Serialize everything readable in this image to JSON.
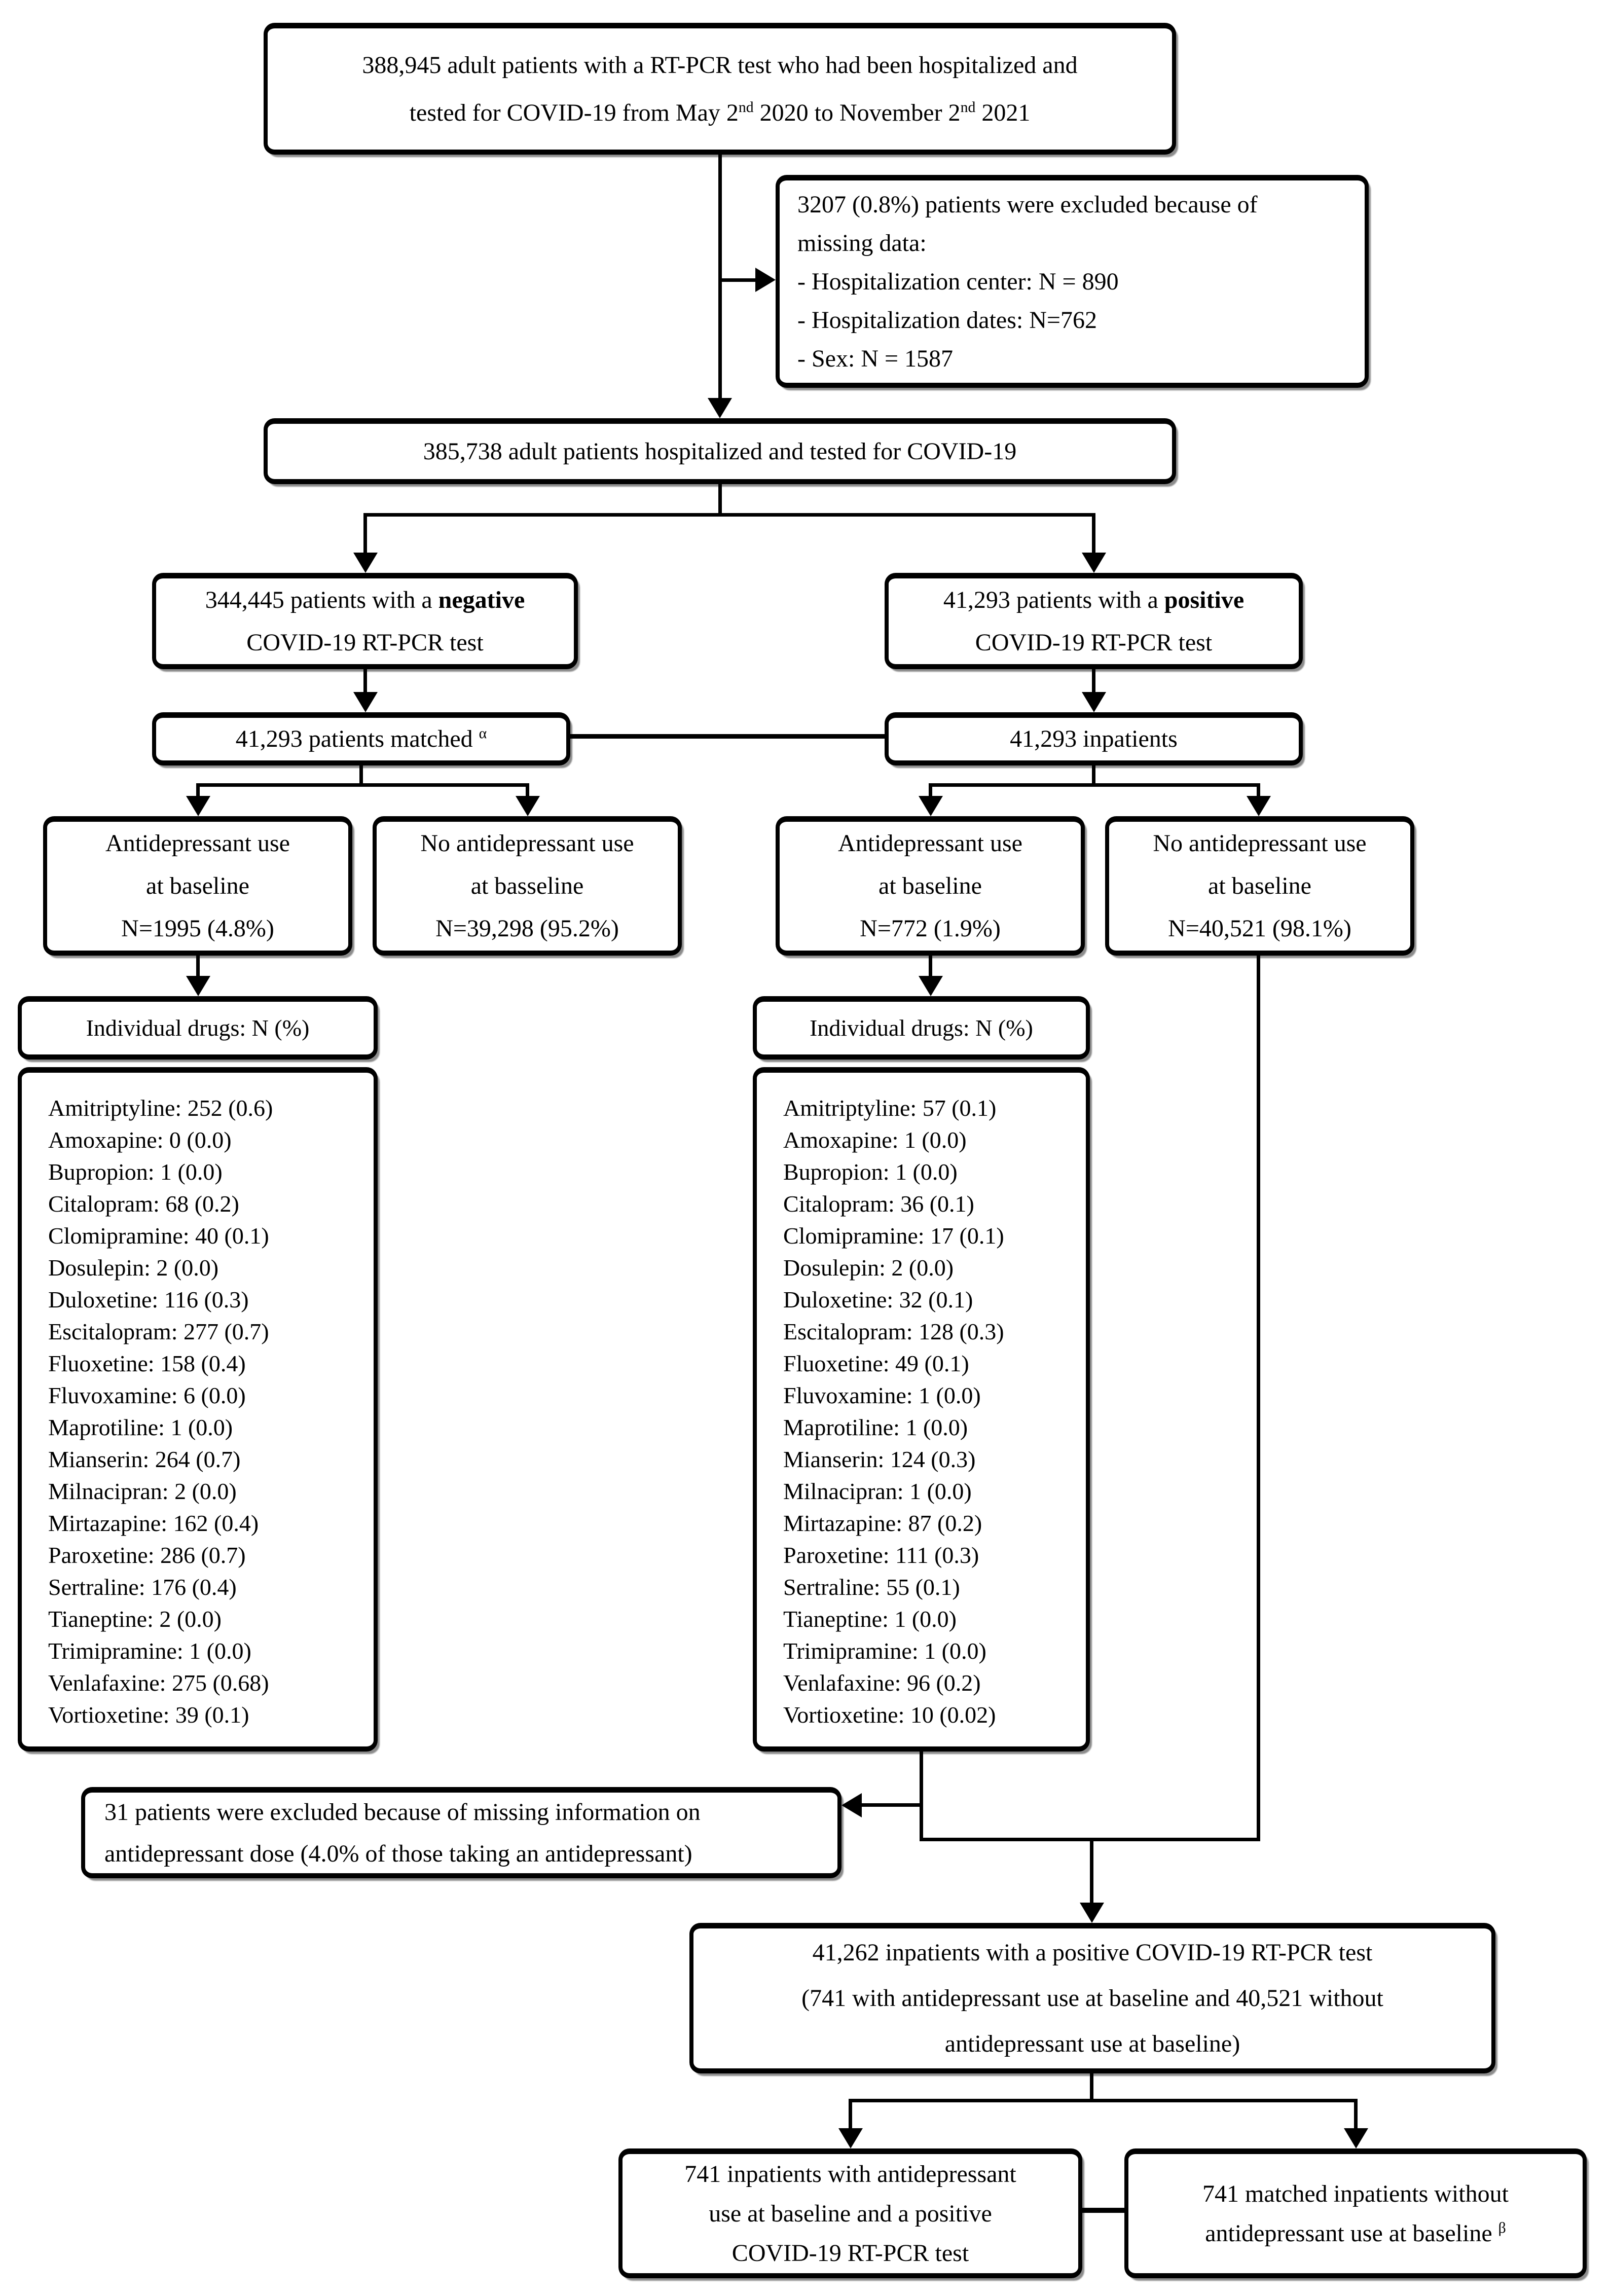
{
  "figure": {
    "boxes": {
      "total": {
        "line1": "388,945 adult patients with a RT-PCR test who had been hospitalized and",
        "line2_pre": "tested for COVID-19 from May 2",
        "line2_sup1": "nd",
        "line2_mid": " 2020 to November 2",
        "line2_sup2": "nd",
        "line2_post": " 2021"
      },
      "excluded_missing_data": {
        "lines": [
          "3207 (0.8%) patients were excluded because of",
          "missing data:",
          "- Hospitalization center: N = 890",
          "- Hospitalization dates: N=762",
          "- Sex: N = 1587"
        ]
      },
      "hospitalized": {
        "line1": "385,738 adult patients hospitalized and tested for COVID-19"
      },
      "negative": {
        "line1_pre": "344,445 patients with a ",
        "line1_bold": "negative",
        "line2": "COVID-19 RT-PCR test"
      },
      "positive": {
        "line1_pre": "41,293 patients with a ",
        "line1_bold": "positive",
        "line2": "COVID-19 RT-PCR test"
      },
      "matched": {
        "text": "41,293 patients matched ",
        "sup": "α"
      },
      "inpatients": {
        "text": "41,293 inpatients"
      },
      "neg_ad_use": {
        "lines": [
          "Antidepressant use",
          "at baseline",
          "N=1995 (4.8%)"
        ]
      },
      "neg_no_ad_use": {
        "lines": [
          "No antidepressant use",
          "at basseline",
          "N=39,298 (95.2%)"
        ]
      },
      "pos_ad_use": {
        "lines": [
          "Antidepressant use",
          "at baseline",
          "N=772 (1.9%)"
        ]
      },
      "pos_no_ad_use": {
        "lines": [
          "No antidepressant use",
          "at baseline",
          "N=40,521 (98.1%)"
        ]
      },
      "drugs_header_left": {
        "text": "Individual drugs: N (%)"
      },
      "drugs_header_right": {
        "text": "Individual drugs: N (%)"
      },
      "excluded_dose": {
        "lines": [
          "31 patients were excluded because of missing information on",
          "antidepressant dose (4.0% of those taking an antidepressant)"
        ]
      },
      "final_inpatients": {
        "lines": [
          "41,262 inpatients with a positive COVID-19 RT-PCR test",
          "(741 with antidepressant use at baseline and 40,521 without",
          "antidepressant use at baseline)"
        ]
      },
      "final_ad": {
        "lines": [
          "741 inpatients with antidepressant",
          "use at baseline and a positive",
          "COVID-19 RT-PCR test"
        ]
      },
      "final_matched": {
        "line1": "741 matched inpatients without",
        "line2_pre": "antidepressant use at baseline ",
        "line2_sup": "β"
      }
    },
    "drug_lists": {
      "left": {
        "items": [
          "Amitriptyline: 252 (0.6)",
          "Amoxapine: 0 (0.0)",
          "Bupropion: 1 (0.0)",
          "Citalopram: 68 (0.2)",
          "Clomipramine: 40 (0.1)",
          "Dosulepin: 2 (0.0)",
          "Duloxetine: 116 (0.3)",
          "Escitalopram: 277 (0.7)",
          "Fluoxetine: 158 (0.4)",
          "Fluvoxamine: 6 (0.0)",
          "Maprotiline: 1 (0.0)",
          "Mianserin: 264 (0.7)",
          "Milnacipran: 2 (0.0)",
          "Mirtazapine: 162 (0.4)",
          "Paroxetine: 286 (0.7)",
          "Sertraline: 176 (0.4)",
          "Tianeptine: 2 (0.0)",
          "Trimipramine: 1 (0.0)",
          "Venlafaxine: 275 (0.68)",
          "Vortioxetine: 39 (0.1)"
        ]
      },
      "right": {
        "items": [
          "Amitriptyline: 57 (0.1)",
          "Amoxapine: 1 (0.0)",
          "Bupropion: 1 (0.0)",
          "Citalopram: 36 (0.1)",
          "Clomipramine: 17 (0.1)",
          "Dosulepin: 2 (0.0)",
          "Duloxetine: 32 (0.1)",
          "Escitalopram: 128 (0.3)",
          "Fluoxetine: 49 (0.1)",
          "Fluvoxamine: 1 (0.0)",
          "Maprotiline: 1 (0.0)",
          "Mianserin: 124 (0.3)",
          "Milnacipran: 1 (0.0)",
          "Mirtazapine: 87 (0.2)",
          "Paroxetine: 111 (0.3)",
          "Sertraline: 55 (0.1)",
          "Tianeptine: 1 (0.0)",
          "Trimipramine: 1 (0.0)",
          "Venlafaxine: 96 (0.2)",
          "Vortioxetine: 10 (0.02)"
        ]
      }
    },
    "colors": {
      "line": "#000000",
      "box_bg": "#ffffff",
      "text": "#000000"
    }
  }
}
